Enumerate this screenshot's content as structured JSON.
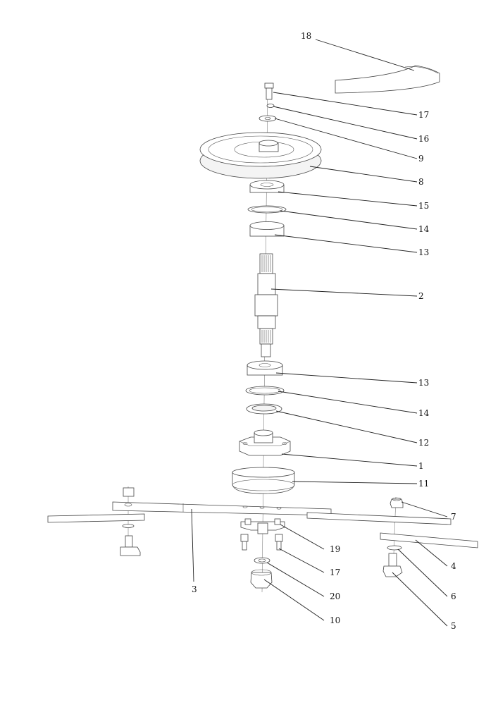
{
  "callouts": [
    {
      "id": "c18",
      "label": "18"
    },
    {
      "id": "c17a",
      "label": "17"
    },
    {
      "id": "c16",
      "label": "16"
    },
    {
      "id": "c9",
      "label": "9"
    },
    {
      "id": "c8",
      "label": "8"
    },
    {
      "id": "c15",
      "label": "15"
    },
    {
      "id": "c14a",
      "label": "14"
    },
    {
      "id": "c13a",
      "label": "13"
    },
    {
      "id": "c2",
      "label": "2"
    },
    {
      "id": "c13b",
      "label": "13"
    },
    {
      "id": "c14b",
      "label": "14"
    },
    {
      "id": "c12",
      "label": "12"
    },
    {
      "id": "c1",
      "label": "1"
    },
    {
      "id": "c11",
      "label": "11"
    },
    {
      "id": "c7",
      "label": "7"
    },
    {
      "id": "c19",
      "label": "19"
    },
    {
      "id": "c4",
      "label": "4"
    },
    {
      "id": "c17b",
      "label": "17"
    },
    {
      "id": "c6",
      "label": "6"
    },
    {
      "id": "c3",
      "label": "3"
    },
    {
      "id": "c20",
      "label": "20"
    },
    {
      "id": "c10",
      "label": "10"
    },
    {
      "id": "c5",
      "label": "5"
    }
  ]
}
